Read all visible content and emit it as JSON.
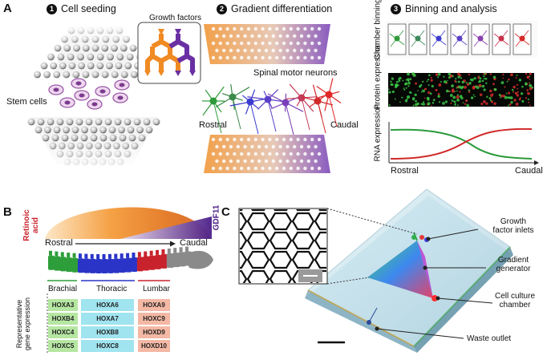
{
  "panel_a": {
    "label": "A",
    "step1": {
      "number": "1",
      "title": "Cell seeding"
    },
    "step2": {
      "number": "2",
      "title": "Gradient differentiation"
    },
    "step3": {
      "number": "3",
      "title": "Binning and analysis"
    },
    "growth_factors": "Growth factors",
    "stem_cells": "Stem cells",
    "spinal_motor_neurons": "Spinal motor neurons",
    "rostral": "Rostral",
    "caudal": "Caudal",
    "chamber_binning": "Chamber binning",
    "protein_expression": "Protein expression",
    "rna_expression": "RNA expression",
    "plot_rostral": "Rostral",
    "plot_caudal": "Caudal"
  },
  "panel_b": {
    "label": "B",
    "retinoic_acid_line1": "Retinoic",
    "retinoic_acid_line2": "acid",
    "gdf11": "GDF11",
    "rostral": "Rostral",
    "caudal": "Caudal",
    "regions": [
      "Brachial",
      "Thoracic",
      "Lumbar"
    ],
    "y_label_line1": "Representative",
    "y_label_line2": "gene expression",
    "genes": {
      "brachial": [
        "HOXA3",
        "HOXB4",
        "HOXC4",
        "HOXC5"
      ],
      "thoracic": [
        "HOXA6",
        "HOXA7",
        "HOXB8",
        "HOXC8"
      ],
      "lumbar": [
        "HOXA9",
        "HOXC9",
        "HOXD9",
        "HOXD10"
      ]
    },
    "colors": {
      "brachial": "#2e9e3a",
      "thoracic": "#2a35c8",
      "lumbar": "#c8232c",
      "brachial_fill": "#b6e7a2",
      "thoracic_fill": "#9fe4ef",
      "lumbar_fill": "#f4b8a4"
    }
  },
  "panel_c": {
    "label": "C",
    "growth_factor_inlets_line1": "Growth",
    "growth_factor_inlets_line2": "factor inlets",
    "gradient_generator_line1": "Gradient",
    "gradient_generator_line2": "generator",
    "cell_culture_chamber_line1": "Cell culture",
    "cell_culture_chamber_line2": "chamber",
    "waste_outlet": "Waste outlet"
  }
}
